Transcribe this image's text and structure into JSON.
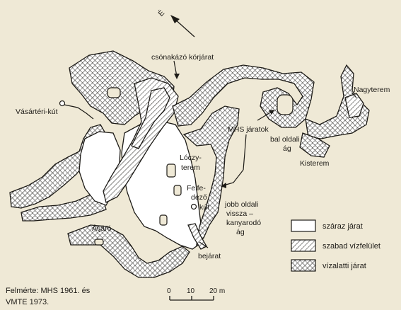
{
  "compass": {
    "letter": "É",
    "icon": "north-arrow-icon"
  },
  "labels": {
    "csonakazo": "csónakázó körjárat",
    "vasarteri": "Vásártéri-kút",
    "nagyterem": "Nagyterem",
    "mhs": "MHS járatok",
    "bal_line1": "bal oldali",
    "bal_line2": "ág",
    "kisterem": "Kisterem",
    "loczy_line1": "Lóczy-",
    "loczy_line2": "terem",
    "felfedezo_line1": "Felfe-",
    "felfedezo_line2": "dező",
    "felfedezo_line3": "kút",
    "jobb_line1": "jobb oldali",
    "jobb_line2": "vissza –",
    "jobb_line3": "kanyarodó",
    "jobb_line4": "ág",
    "atjaro": "Átjáró",
    "bejarat": "bejárat"
  },
  "legend": {
    "items": [
      {
        "label": "száraz járat",
        "pattern": "blank"
      },
      {
        "label": "szabad vízfelület",
        "pattern": "hatch"
      },
      {
        "label": "vízalatti járat",
        "pattern": "crosshatch"
      }
    ]
  },
  "credit": {
    "line1": "Felmérte: MHS 1961. és",
    "line2": "VMTE 1973."
  },
  "scale": {
    "ticks": [
      "0",
      "10",
      "20 m"
    ]
  },
  "colors": {
    "paper": "#efe9d6",
    "ink": "#1d1b17"
  }
}
